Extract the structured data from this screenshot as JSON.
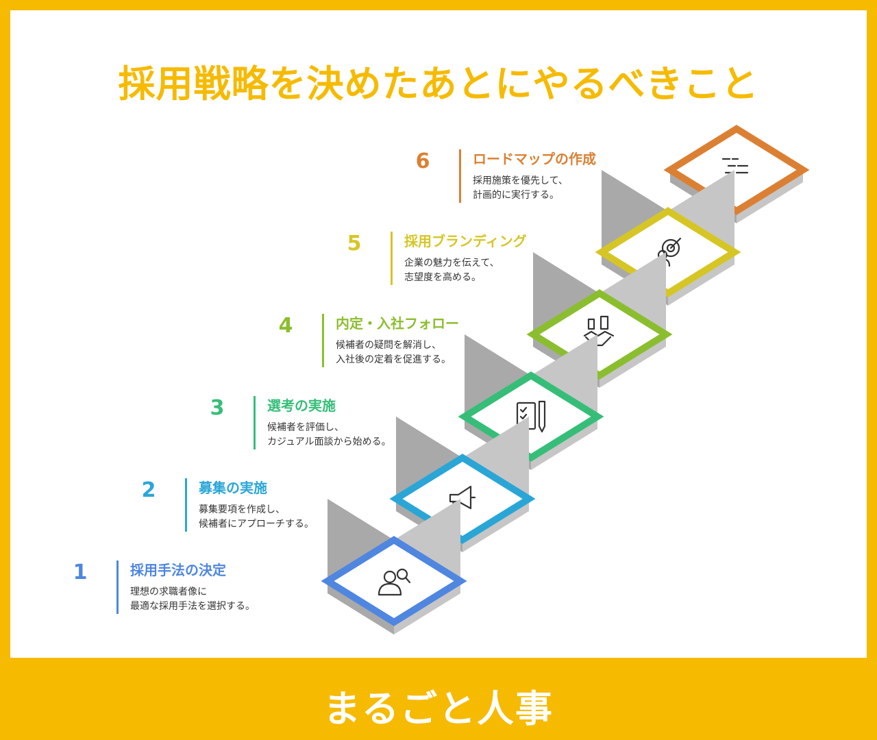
{
  "title": "採用戦略を決めたあとにやるべきこと",
  "footer": "まるごと人事",
  "colors": {
    "brand": "#F6BA00",
    "stair_face": "#A9A9A9",
    "stair_side": "#C6C6C6"
  },
  "steps": [
    {
      "number": "1",
      "title": "採用手法の決定",
      "desc_line1": "理想の求職者像に",
      "desc_line2": "最適な採用手法を選択する。",
      "color": "#4F86E0",
      "icon": "candidate-search-icon"
    },
    {
      "number": "2",
      "title": "募集の実施",
      "desc_line1": "募集要項を作成し、",
      "desc_line2": "候補者にアプローチする。",
      "color": "#2AA6D6",
      "icon": "megaphone-icon"
    },
    {
      "number": "3",
      "title": "選考の実施",
      "desc_line1": "候補者を評価し、",
      "desc_line2": "カジュアル面談から始める。",
      "color": "#36BE78",
      "icon": "checklist-pen-icon"
    },
    {
      "number": "4",
      "title": "内定・入社フォロー",
      "desc_line1": "候補者の疑問を解消し、",
      "desc_line2": "入社後の定着を促進する。",
      "color": "#8BBE2E",
      "icon": "handshake-icon"
    },
    {
      "number": "5",
      "title": "採用ブランディング",
      "desc_line1": "企業の魅力を伝えて、",
      "desc_line2": "志望度を高める。",
      "color": "#D6C625",
      "icon": "target-audience-icon"
    },
    {
      "number": "6",
      "title": "ロードマップの作成",
      "desc_line1": "採用施策を優先して、",
      "desc_line2": "計画的に実行する。",
      "color": "#DB8033",
      "icon": "roadmap-icon"
    }
  ]
}
